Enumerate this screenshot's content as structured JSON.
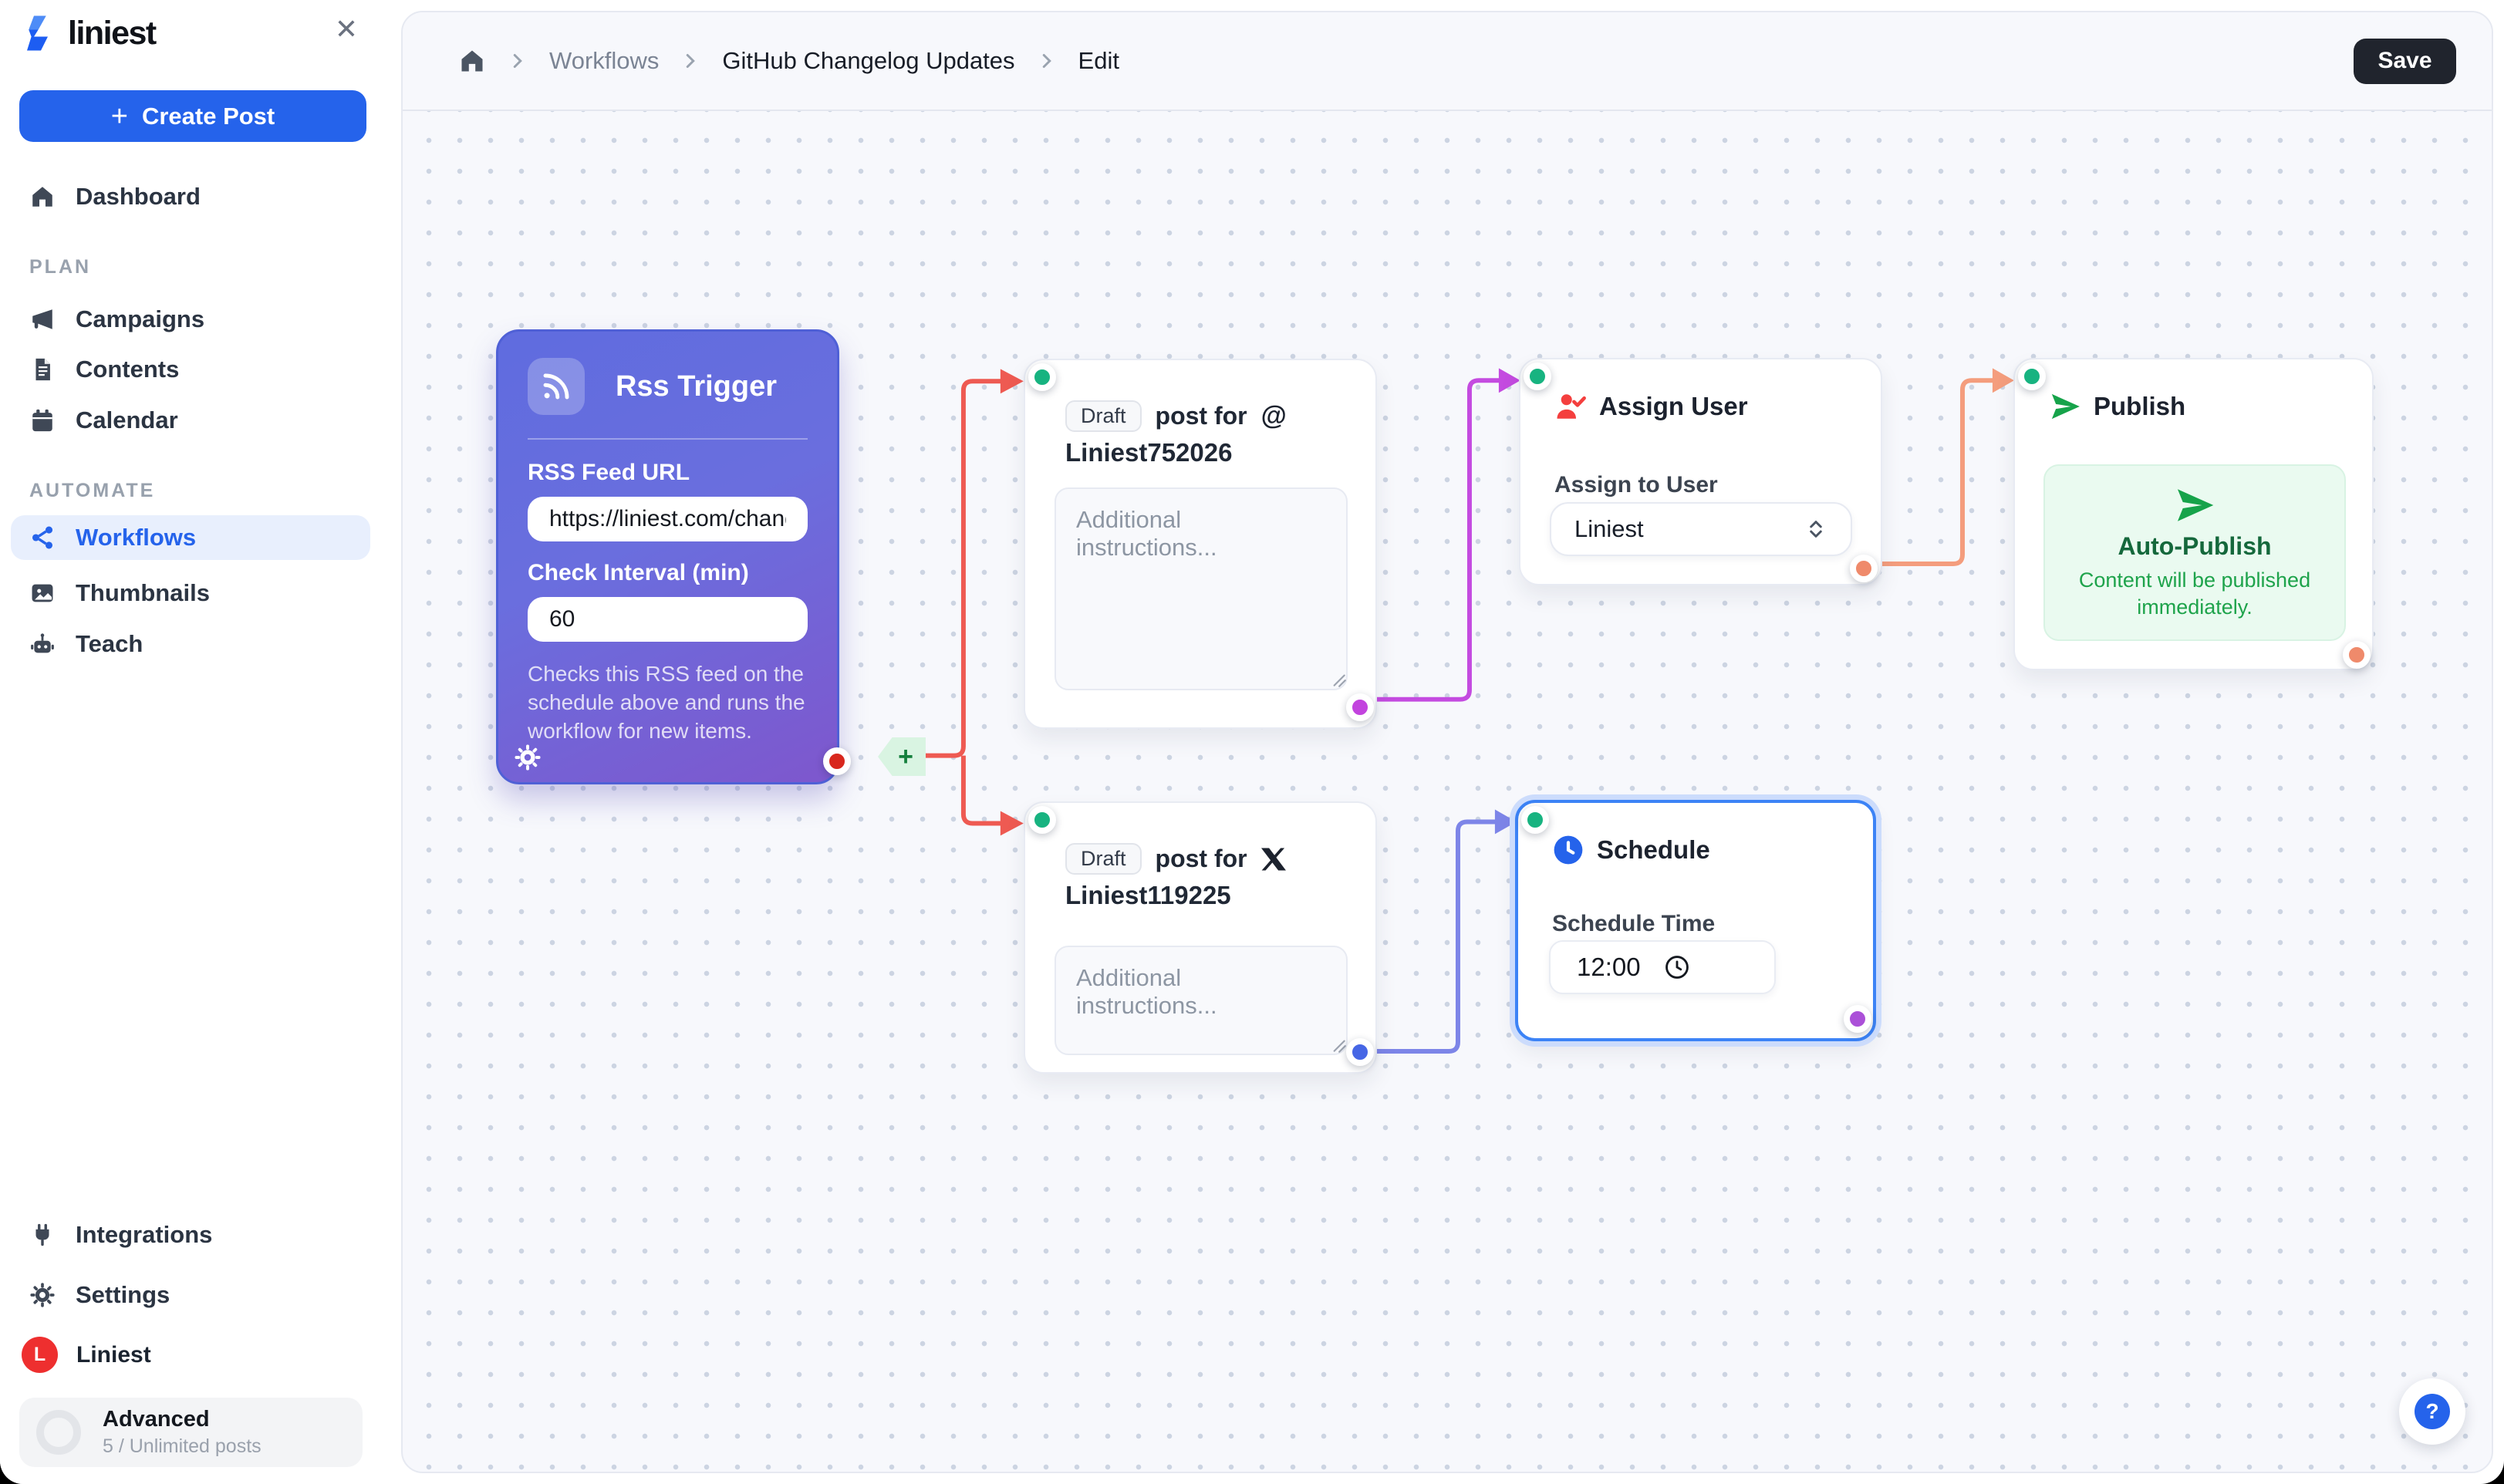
{
  "app": {
    "name": "liniest"
  },
  "sidebar": {
    "logo": "liniest",
    "close_glyph": "✕",
    "create_post": "Create Post",
    "create_post_plus": "+",
    "dashboard": "Dashboard",
    "plan_section": "PLAN",
    "campaigns": "Campaigns",
    "contents": "Contents",
    "calendar": "Calendar",
    "automate_section": "AUTOMATE",
    "workflows": "Workflows",
    "thumbnails": "Thumbnails",
    "teach": "Teach",
    "integrations": "Integrations",
    "settings": "Settings",
    "profile": {
      "initial": "L",
      "name": "Liniest"
    },
    "plan_card": {
      "name": "Advanced",
      "usage": "5 / Unlimited posts"
    }
  },
  "header": {
    "crumb1": "Workflows",
    "crumb2": "GitHub Changelog Updates",
    "crumb3": "Edit",
    "save": "Save"
  },
  "nodes": {
    "rss": {
      "title": "Rss Trigger",
      "feed_label": "RSS Feed URL",
      "feed_value": "https://liniest.com/changel",
      "interval_label": "Check Interval (min)",
      "interval_value": "60",
      "description": "Checks this RSS feed on the schedule above and runs the workflow for new items."
    },
    "draft_threads": {
      "badge": "Draft",
      "title": "post for",
      "platform_glyph": "@",
      "account": "Liniest752026",
      "placeholder": "Additional instructions..."
    },
    "draft_x": {
      "badge": "Draft",
      "title": "post for",
      "account": "Liniest119225",
      "placeholder": "Additional instructions..."
    },
    "assign": {
      "title": "Assign User",
      "field_label": "Assign to User",
      "value": "Liniest"
    },
    "schedule": {
      "title": "Schedule",
      "field_label": "Schedule Time",
      "value": "12:00"
    },
    "publish": {
      "title": "Publish",
      "mode_title": "Auto-Publish",
      "mode_text": "Content will be published immediately."
    },
    "add_label": "+",
    "help_label": "?"
  },
  "colors": {
    "accent_blue": "#2563eb",
    "save_bg": "#20242d",
    "avatar_red": "#ee2f2f",
    "rss_gradient_start": "#5f6cdf",
    "rss_gradient_end": "#7e57cd",
    "selected_node_border": "#3c83f6",
    "edge_red": "#ee5a52",
    "edge_purple": "#c44be0",
    "edge_salmon": "#f49d7d",
    "edge_indigo": "#7d85e8",
    "handle_green": "#17b380",
    "handle_red": "#d8271d",
    "handle_purple": "#c243de",
    "handle_salmon": "#ef8a6b",
    "handle_blue": "#4666e5",
    "handle_violet": "#ab50d8"
  }
}
